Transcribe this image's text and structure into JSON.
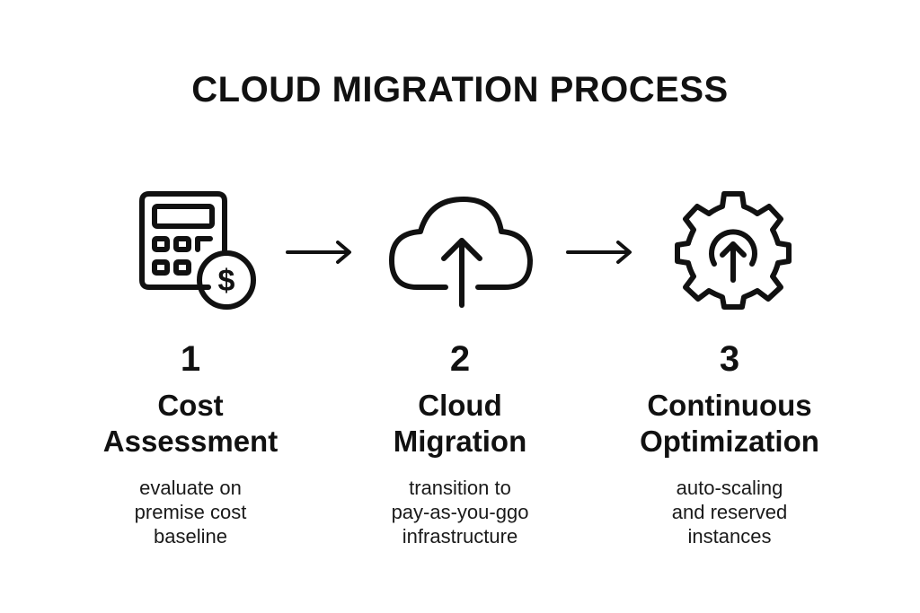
{
  "title": "CLOUD MIGRATION PROCESS",
  "steps": [
    {
      "number": "1",
      "name_line1": "Cost",
      "name_line2": "Assessment",
      "desc_line1": "evaluate on",
      "desc_line2": "premise cost",
      "desc_line3": "baseline",
      "icon": "calculator-dollar-icon"
    },
    {
      "number": "2",
      "name_line1": "Cloud",
      "name_line2": "Migration",
      "desc_line1": "transition to",
      "desc_line2": "pay-as-you-ggo",
      "desc_line3": "infrastructure",
      "icon": "cloud-upload-icon"
    },
    {
      "number": "3",
      "name_line1": "Continuous",
      "name_line2": "Optimization",
      "desc_line1": "auto-scaling",
      "desc_line2": "and reserved",
      "desc_line3": "instances",
      "icon": "gear-upload-icon"
    }
  ],
  "colors": {
    "stroke": "#111111",
    "background": "#ffffff"
  }
}
